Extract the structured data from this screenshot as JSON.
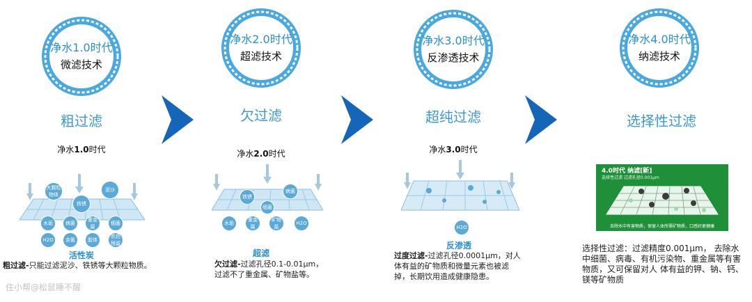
{
  "stages": [
    {
      "gear_line1": "净水1.0时代",
      "gear_line2": "微滤技术",
      "label": "粗过滤",
      "era_prefix": "净水",
      "era_num": "1.0",
      "era_suffix": "时代",
      "caption": "活性炭",
      "desc_lead": "粗过滤-",
      "desc_text": "只能过滤泥沙、铁锈等大颗粒物质。",
      "chips": [
        "大颗粒物体",
        "铁锈",
        "泥沙",
        "水垢",
        "病菌",
        "重金属",
        "细菌",
        "H2O",
        "余氯",
        "胶体",
        "农药残留"
      ]
    },
    {
      "gear_line1": "净水2.0时代",
      "gear_line2": "超滤技术",
      "label": "欠过滤",
      "era_prefix": "净水",
      "era_num": "2.0",
      "era_suffix": "时代",
      "caption": "超滤",
      "desc_lead": "欠过滤-",
      "desc_text": "过滤孔径0.1-0.01μm，过滤不了重金属、矿物盐等。",
      "chips": [
        "铁锈",
        "病菌",
        "细菌",
        "水垢",
        "重金属",
        "矿物盐",
        "H2O"
      ]
    },
    {
      "gear_line1": "净水3.0时代",
      "gear_line2": "反渗透技术",
      "label": "超纯过滤",
      "era_prefix": "净水",
      "era_num": "3.0",
      "era_suffix": "时代",
      "caption": "反渗透",
      "desc_lead": "过度过滤-",
      "desc_text": "过滤孔径0.0001μm，对人体有益的矿物质和微量元素也被滤掉，长期饮用造成健康隐患。",
      "chips": [
        "H2O"
      ]
    },
    {
      "gear_line1": "净水4.0时代",
      "gear_line2": "纳滤技术",
      "label": "选择性过滤",
      "desc_text": "选择性过滤：过滤精度0.001μm，   去除水中细菌、病毒、有机污染物、重金属等有害物质，又可保留对人  体有益的钾、钠、钙、镁等矿物质",
      "panel_title": "4.0时代  纳滤[新]",
      "panel_sub": "选择性过滤    过滤孔径0.001μm",
      "panel_foot": "去除水中有害物质，保留人体所需矿物质，口感好更健康"
    }
  ],
  "watermark": "住小帮@松鼠睡不醒",
  "colors": {
    "accent": "#2b8fd6",
    "arrow": "#1565b8",
    "panel": "#1f8f3a"
  }
}
